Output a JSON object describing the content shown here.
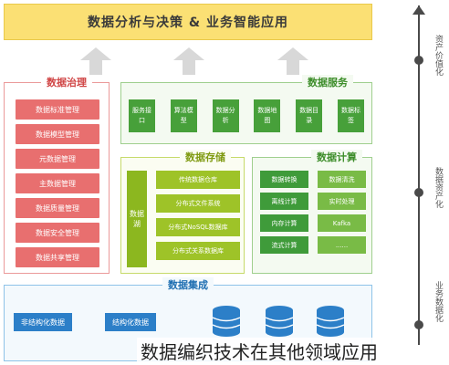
{
  "top_banner": "数据分析与决策 & 业务智能应用",
  "governance": {
    "title": "数据治理",
    "items": [
      "数据标准管理",
      "数据模型管理",
      "元数据管理",
      "主数据管理",
      "数据质量管理",
      "数据安全管理",
      "数据共享管理"
    ]
  },
  "services": {
    "title": "数据服务",
    "items": [
      "服务接口",
      "算法模型",
      "数据分析",
      "数据地图",
      "数据目录",
      "数据标签"
    ]
  },
  "storage": {
    "title": "数据存储",
    "side": "数据湖",
    "items": [
      "传统数据仓库",
      "分布式文件系统",
      "分布式NoSQL数据库",
      "分布式关系数据库"
    ]
  },
  "compute": {
    "title": "数据计算",
    "cells": [
      "数据转换",
      "数据清洗",
      "离线计算",
      "实时处理",
      "内存计算",
      "Kafka",
      "流式计算",
      "......"
    ]
  },
  "integration": {
    "title": "数据集成",
    "buttons": [
      "非结构化数据",
      "结构化数据"
    ]
  },
  "axis": {
    "labels": [
      "资产价值化",
      "数据资产化",
      "业务数据化"
    ]
  },
  "caption": "数据编织技术在其他领域应用",
  "colors": {
    "banner": "#fbe074",
    "governance": "#e86f6f",
    "services": "#47a03a",
    "storage": "#9ec328",
    "compute": "#3f9b3a",
    "integration": "#2c7fc8"
  }
}
